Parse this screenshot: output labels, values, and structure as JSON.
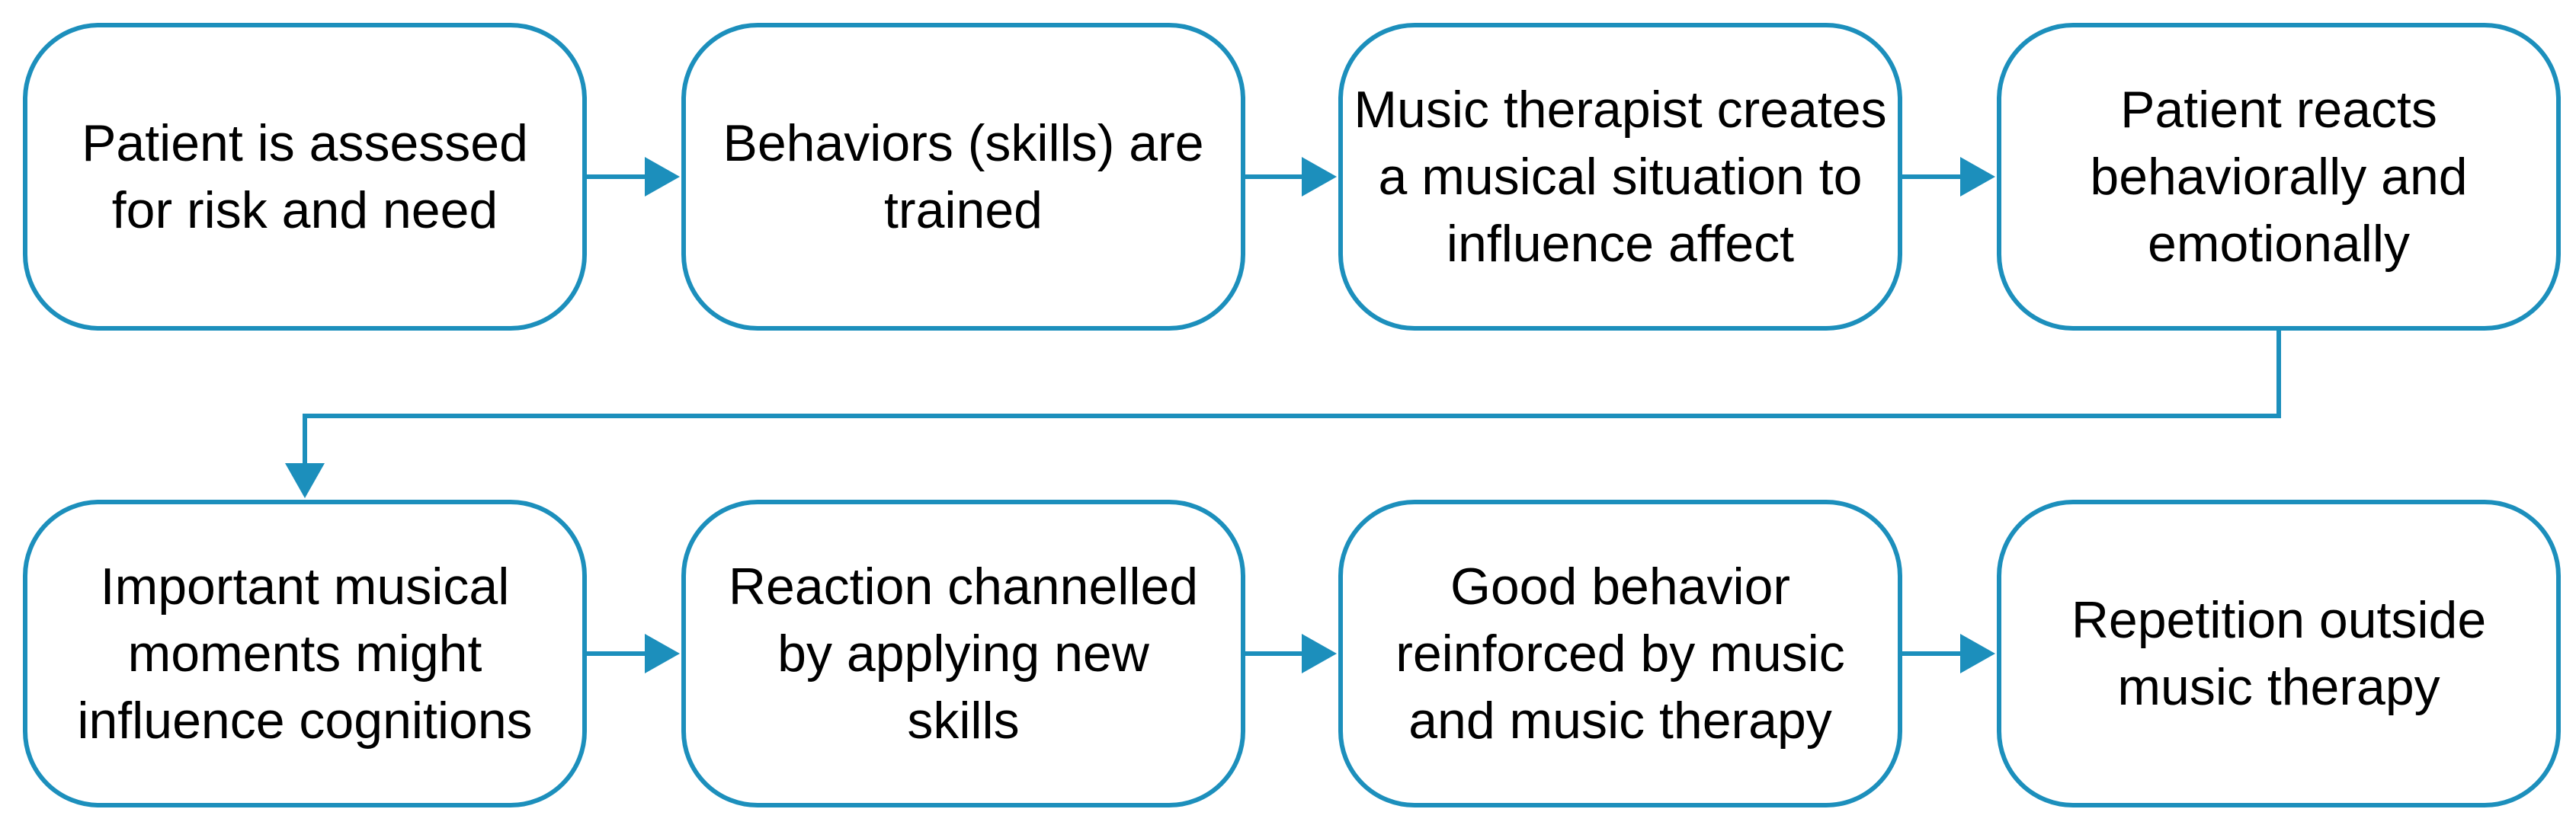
{
  "diagram": {
    "type": "flowchart",
    "colors": {
      "stroke": "#1C8FBC",
      "fill": "#ffffff",
      "text": "#000000"
    },
    "nodes": [
      {
        "id": "n1",
        "label": "Patient is assessed\nfor risk and need"
      },
      {
        "id": "n2",
        "label": "Behaviors (skills) are\ntrained"
      },
      {
        "id": "n3",
        "label": "Music therapist creates\na musical situation to\ninfluence affect"
      },
      {
        "id": "n4",
        "label": "Patient reacts\nbehaviorally and\nemotionally"
      },
      {
        "id": "n5",
        "label": "Important musical\nmoments might\ninfluence cognitions"
      },
      {
        "id": "n6",
        "label": "Reaction channelled\nby applying new\nskills"
      },
      {
        "id": "n7",
        "label": "Good behavior\nreinforced by music\nand music therapy"
      },
      {
        "id": "n8",
        "label": "Repetition outside\nmusic therapy"
      }
    ],
    "edges": [
      {
        "from": "n1",
        "to": "n2"
      },
      {
        "from": "n2",
        "to": "n3"
      },
      {
        "from": "n3",
        "to": "n4"
      },
      {
        "from": "n4",
        "to": "n5"
      },
      {
        "from": "n5",
        "to": "n6"
      },
      {
        "from": "n6",
        "to": "n7"
      },
      {
        "from": "n7",
        "to": "n8"
      }
    ]
  }
}
